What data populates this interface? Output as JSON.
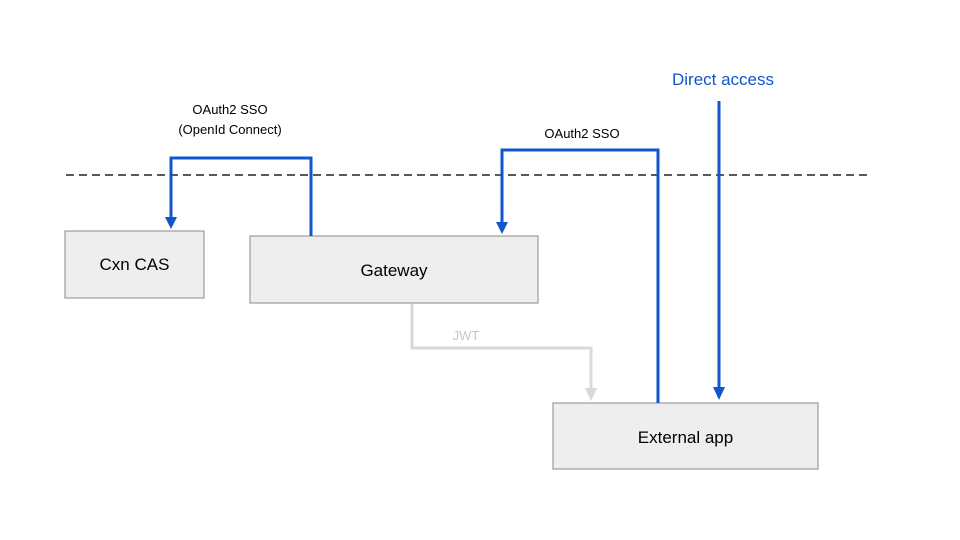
{
  "diagram": {
    "boxes": {
      "cxn_cas": "Cxn CAS",
      "gateway": "Gateway",
      "external_app": "External app"
    },
    "edges": {
      "oauth_oidc_line1": "OAuth2 SSO",
      "oauth_oidc_line2": "(OpenId Connect)",
      "oauth_sso": "OAuth2 SSO",
      "jwt": "JWT",
      "direct_access": "Direct access"
    },
    "colors": {
      "blue": "#1155cc",
      "grey_arrow": "#d9d9d9",
      "dashed": "#595959",
      "box_fill": "#eeeeee"
    }
  }
}
